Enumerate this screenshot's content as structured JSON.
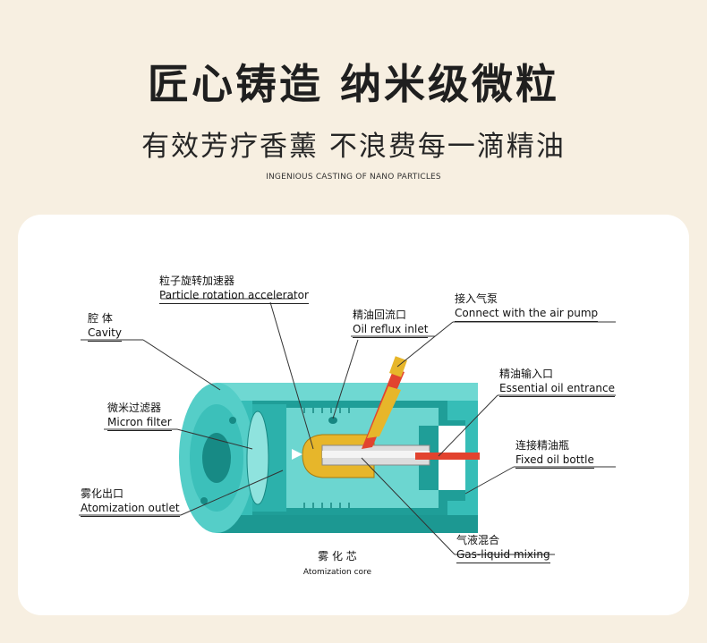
{
  "header": {
    "title": "匠心铸造 纳米级微粒",
    "subtitle": "有效芳疗香薰 不浪费每一滴精油",
    "english": "INGENIOUS CASTING OF NANO PARTICLES"
  },
  "labels": {
    "accelerator": {
      "zh": "粒子旋转加速器",
      "en": "Particle rotation accelerator"
    },
    "cavity": {
      "zh": "腔 体",
      "en": "Cavity"
    },
    "reflux": {
      "zh": "精油回流口",
      "en": "Oil reflux inlet"
    },
    "pump": {
      "zh": "接入气泵",
      "en": "Connect with the air pump"
    },
    "oil_entrance": {
      "zh": "精油输入口",
      "en": "Essential oil entrance"
    },
    "filter": {
      "zh": "微米过滤器",
      "en": "Micron filter"
    },
    "bottle": {
      "zh": "连接精油瓶",
      "en": "Fixed oil bottle"
    },
    "outlet": {
      "zh": "雾化出口",
      "en": "Atomization outlet"
    },
    "mixing": {
      "zh": "气液混合",
      "en": "Gas-liquid mixing"
    },
    "core": {
      "zh": "雾 化 芯",
      "en": "Atomization core"
    }
  },
  "colors": {
    "body": "#3cc3bd",
    "body_dark": "#1b8f8a",
    "body_light": "#7fe0db",
    "brass": "#e7b62a",
    "red": "#e2432f"
  }
}
